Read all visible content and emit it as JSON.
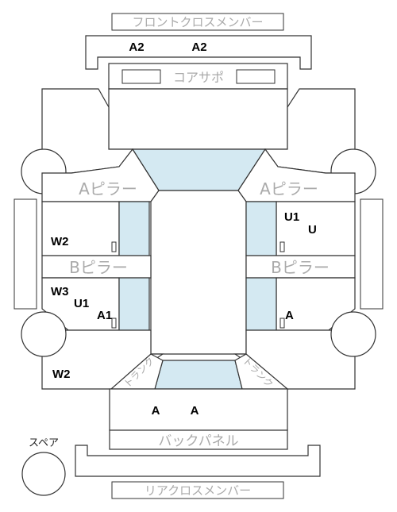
{
  "parts": {
    "front_cross_member": "フロントクロスメンバー",
    "core_support": "コアサポ",
    "a_pillar_left": "Aピラー",
    "a_pillar_right": "Aピラー",
    "b_pillar_left": "Bピラー",
    "b_pillar_right": "Bピラー",
    "trunk_left": "トランク",
    "trunk_right": "トランク",
    "back_panel": "バックパネル",
    "rear_cross_member": "リアクロスメンバー",
    "spare": "スペア"
  },
  "codes": {
    "front_a2_left": "A2",
    "front_a2_right": "A2",
    "right_front_door_u1": "U1",
    "right_front_door_u": "U",
    "left_front_door_w2": "W2",
    "left_rear_door_w3": "W3",
    "left_rear_door_u1": "U1",
    "left_rear_door_a1": "A1",
    "right_rear_door_a": "A",
    "left_rear_fender_w2": "W2",
    "trunk_a_left": "A",
    "trunk_a_right": "A"
  }
}
